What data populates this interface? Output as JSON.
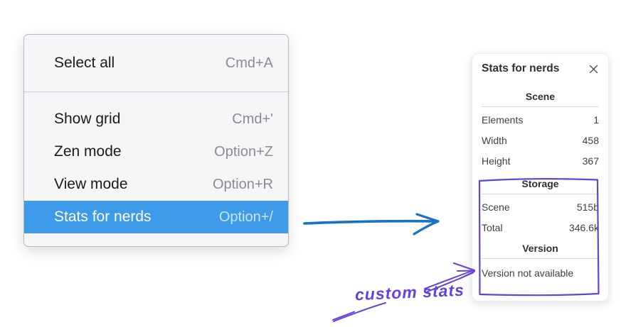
{
  "menu": {
    "sections": [
      {
        "items": [
          {
            "label": "Select all",
            "shortcut": "Cmd+A"
          }
        ]
      },
      {
        "items": [
          {
            "label": "Show grid",
            "shortcut": "Cmd+'"
          },
          {
            "label": "Zen mode",
            "shortcut": "Option+Z"
          },
          {
            "label": "View mode",
            "shortcut": "Option+R"
          },
          {
            "label": "Stats for nerds",
            "shortcut": "Option+/"
          }
        ]
      }
    ],
    "highlighted_item": "Stats for nerds"
  },
  "stats_panel": {
    "title": "Stats for nerds",
    "sections": [
      {
        "header": "Scene",
        "rows": [
          {
            "label": "Elements",
            "value": "1"
          },
          {
            "label": "Width",
            "value": "458"
          },
          {
            "label": "Height",
            "value": "367"
          }
        ]
      },
      {
        "header": "Storage",
        "rows": [
          {
            "label": "Scene",
            "value": "515b"
          },
          {
            "label": "Total",
            "value": "346.6k"
          }
        ]
      },
      {
        "header": "Version",
        "note": "Version not available"
      }
    ]
  },
  "annotations": {
    "label": "custom stats",
    "colors": {
      "purple": "#6741d9",
      "blue": "#1971c2",
      "menu_highlight": "#3e9be9"
    }
  }
}
